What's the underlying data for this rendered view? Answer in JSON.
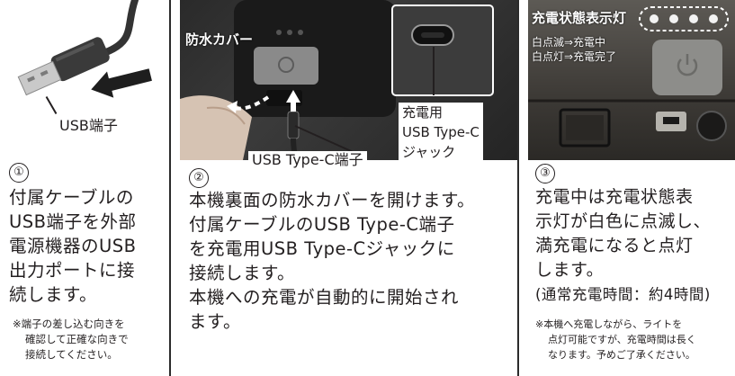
{
  "panels": [
    {
      "step": "①",
      "photo_label": "USB端子",
      "body": [
        "付属ケーブルの",
        "USB端子を外部",
        "電源機器のUSB",
        "出力ポートに接",
        "続します。"
      ],
      "note": [
        "※端子の差し込む向きを",
        "確認して正確な向きで",
        "接続してください。"
      ]
    },
    {
      "step": "②",
      "photo_labels": {
        "waterproof_cover": "防水カバー",
        "typec_plug": "USB Type-C端子",
        "charging_jack": [
          "充電用",
          "USB Type-C",
          "ジャック"
        ]
      },
      "body": [
        "本機裏面の防水カバーを開けます。",
        "付属ケーブルのUSB Type-C端子",
        "を充電用USB Type-Cジャックに",
        "接続します。",
        "本機への充電が自動的に開始され",
        "ます。"
      ]
    },
    {
      "step": "③",
      "photo_labels": {
        "indicator_title": "充電状態表示灯",
        "blinking": "白点滅⇒充電中",
        "solid": "白点灯⇒充電完了"
      },
      "body": [
        "充電中は充電状態表",
        "示灯が白色に点滅し、",
        "満充電になると点灯",
        "します。",
        "(通常充電時間：約4時間)"
      ],
      "note": [
        "※本機へ充電しながら、ライトを",
        "点灯可能ですが、充電時間は長く",
        "なります。予めご了承ください。"
      ]
    }
  ]
}
